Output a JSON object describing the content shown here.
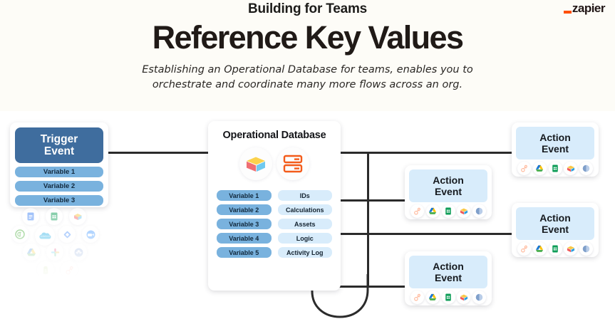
{
  "header": {
    "kicker": "Building for Teams",
    "headline": "Reference Key Values",
    "subhead_line1": "Establishing an Operational Database for teams, enables you to",
    "subhead_line2": "orchestrate and coordinate many more flows across an org.",
    "brand": "zapier",
    "brand_accent": "#ff4f00",
    "band_bg": "#fdfcf7"
  },
  "trigger": {
    "title_line1": "Trigger",
    "title_line2": "Event",
    "header_color": "#3f6d9e",
    "variable_color": "#79b2de",
    "variables": [
      "Variable 1",
      "Variable 2",
      "Variable 3"
    ]
  },
  "app_cloud": {
    "icons": [
      "google-docs-icon",
      "google-sheets-icon",
      "zapier-tables-icon",
      "quickbooks-icon",
      "salesforce-icon",
      "airtable-diamond-icon",
      "zoom-icon",
      "google-drive-icon",
      "slack-icon",
      "dropbox-icon",
      "shopify-icon",
      "hubspot-icon"
    ]
  },
  "database": {
    "title": "Operational Database",
    "icons": [
      "airtable-icon",
      "zapier-tables-icon"
    ],
    "variables": [
      "Variable 1",
      "Variable 2",
      "Variable 3",
      "Variable 4",
      "Variable 5"
    ],
    "keys": [
      "IDs",
      "Calculations",
      "Assets",
      "Logic",
      "Activity Log"
    ],
    "variable_color": "#79b2de",
    "key_color": "#d8ecfb"
  },
  "actions": [
    {
      "title_line1": "Action",
      "title_line2": "Event",
      "icons": [
        "hubspot-icon",
        "google-drive-icon",
        "google-sheets-icon",
        "zapier-tables-icon",
        "generic-blue-icon"
      ]
    },
    {
      "title_line1": "Action",
      "title_line2": "Event",
      "icons": [
        "hubspot-icon",
        "google-drive-icon",
        "google-sheets-icon",
        "zapier-tables-icon",
        "generic-blue-icon"
      ]
    },
    {
      "title_line1": "Action",
      "title_line2": "Event",
      "icons": [
        "hubspot-icon",
        "google-drive-icon",
        "google-sheets-icon",
        "zapier-tables-icon",
        "generic-blue-icon"
      ]
    },
    {
      "title_line1": "Action",
      "title_line2": "Event",
      "icons": [
        "hubspot-icon",
        "google-drive-icon",
        "google-sheets-icon",
        "zapier-tables-icon",
        "generic-blue-icon"
      ]
    }
  ],
  "connectors": {
    "line_color": "#2b2b2b",
    "feedback_label": "activity-log-feedback-loop"
  }
}
